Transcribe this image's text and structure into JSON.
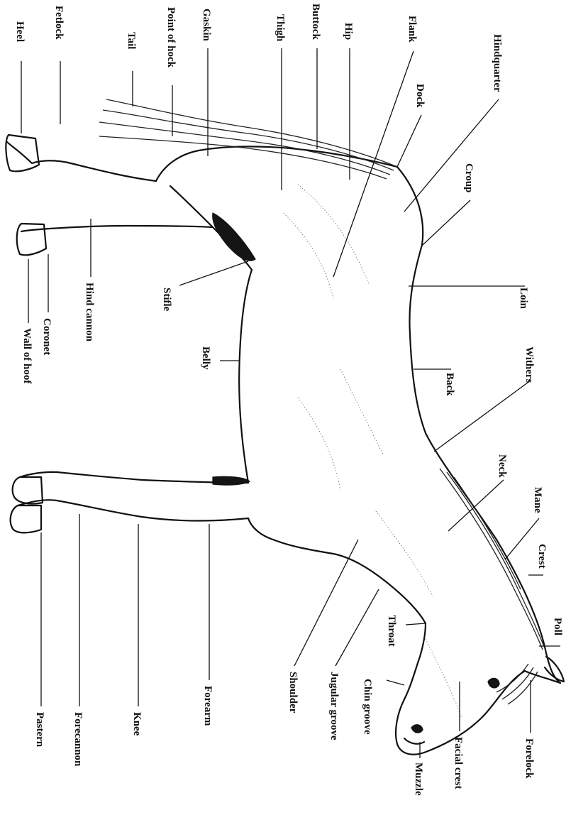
{
  "labels": {
    "heel": "Heel",
    "fetlock": "Fetlock",
    "tail": "Tail",
    "point_of_hock": "Point of hock",
    "gaskin": "Gaskin",
    "thigh": "Thigh",
    "buttock": "Buttock",
    "hip": "Hip",
    "flank": "Flank",
    "dock": "Dock",
    "hindquarter": "Hindquarter",
    "croup": "Croup",
    "loin": "Loin",
    "back": "Back",
    "withers": "Withers",
    "mane": "Mane",
    "neck": "Neck",
    "crest": "Crest",
    "poll": "Poll",
    "forelock": "Forelock",
    "facial_crest": "Facial crest",
    "muzzle": "Muzzle",
    "chin_groove": "Chin groove",
    "throat": "Throat",
    "jugular_groove": "Jugular groove",
    "shoulder": "Shoulder",
    "forearm": "Forearm",
    "knee": "Knee",
    "forecannon": "Forecannon",
    "pastern": "Pastern",
    "belly": "Belly",
    "stifle": "Stifle",
    "hind_cannon": "Hind cannon",
    "coronet": "Coronet",
    "wall_of_hoof": "Wall of hoof"
  }
}
